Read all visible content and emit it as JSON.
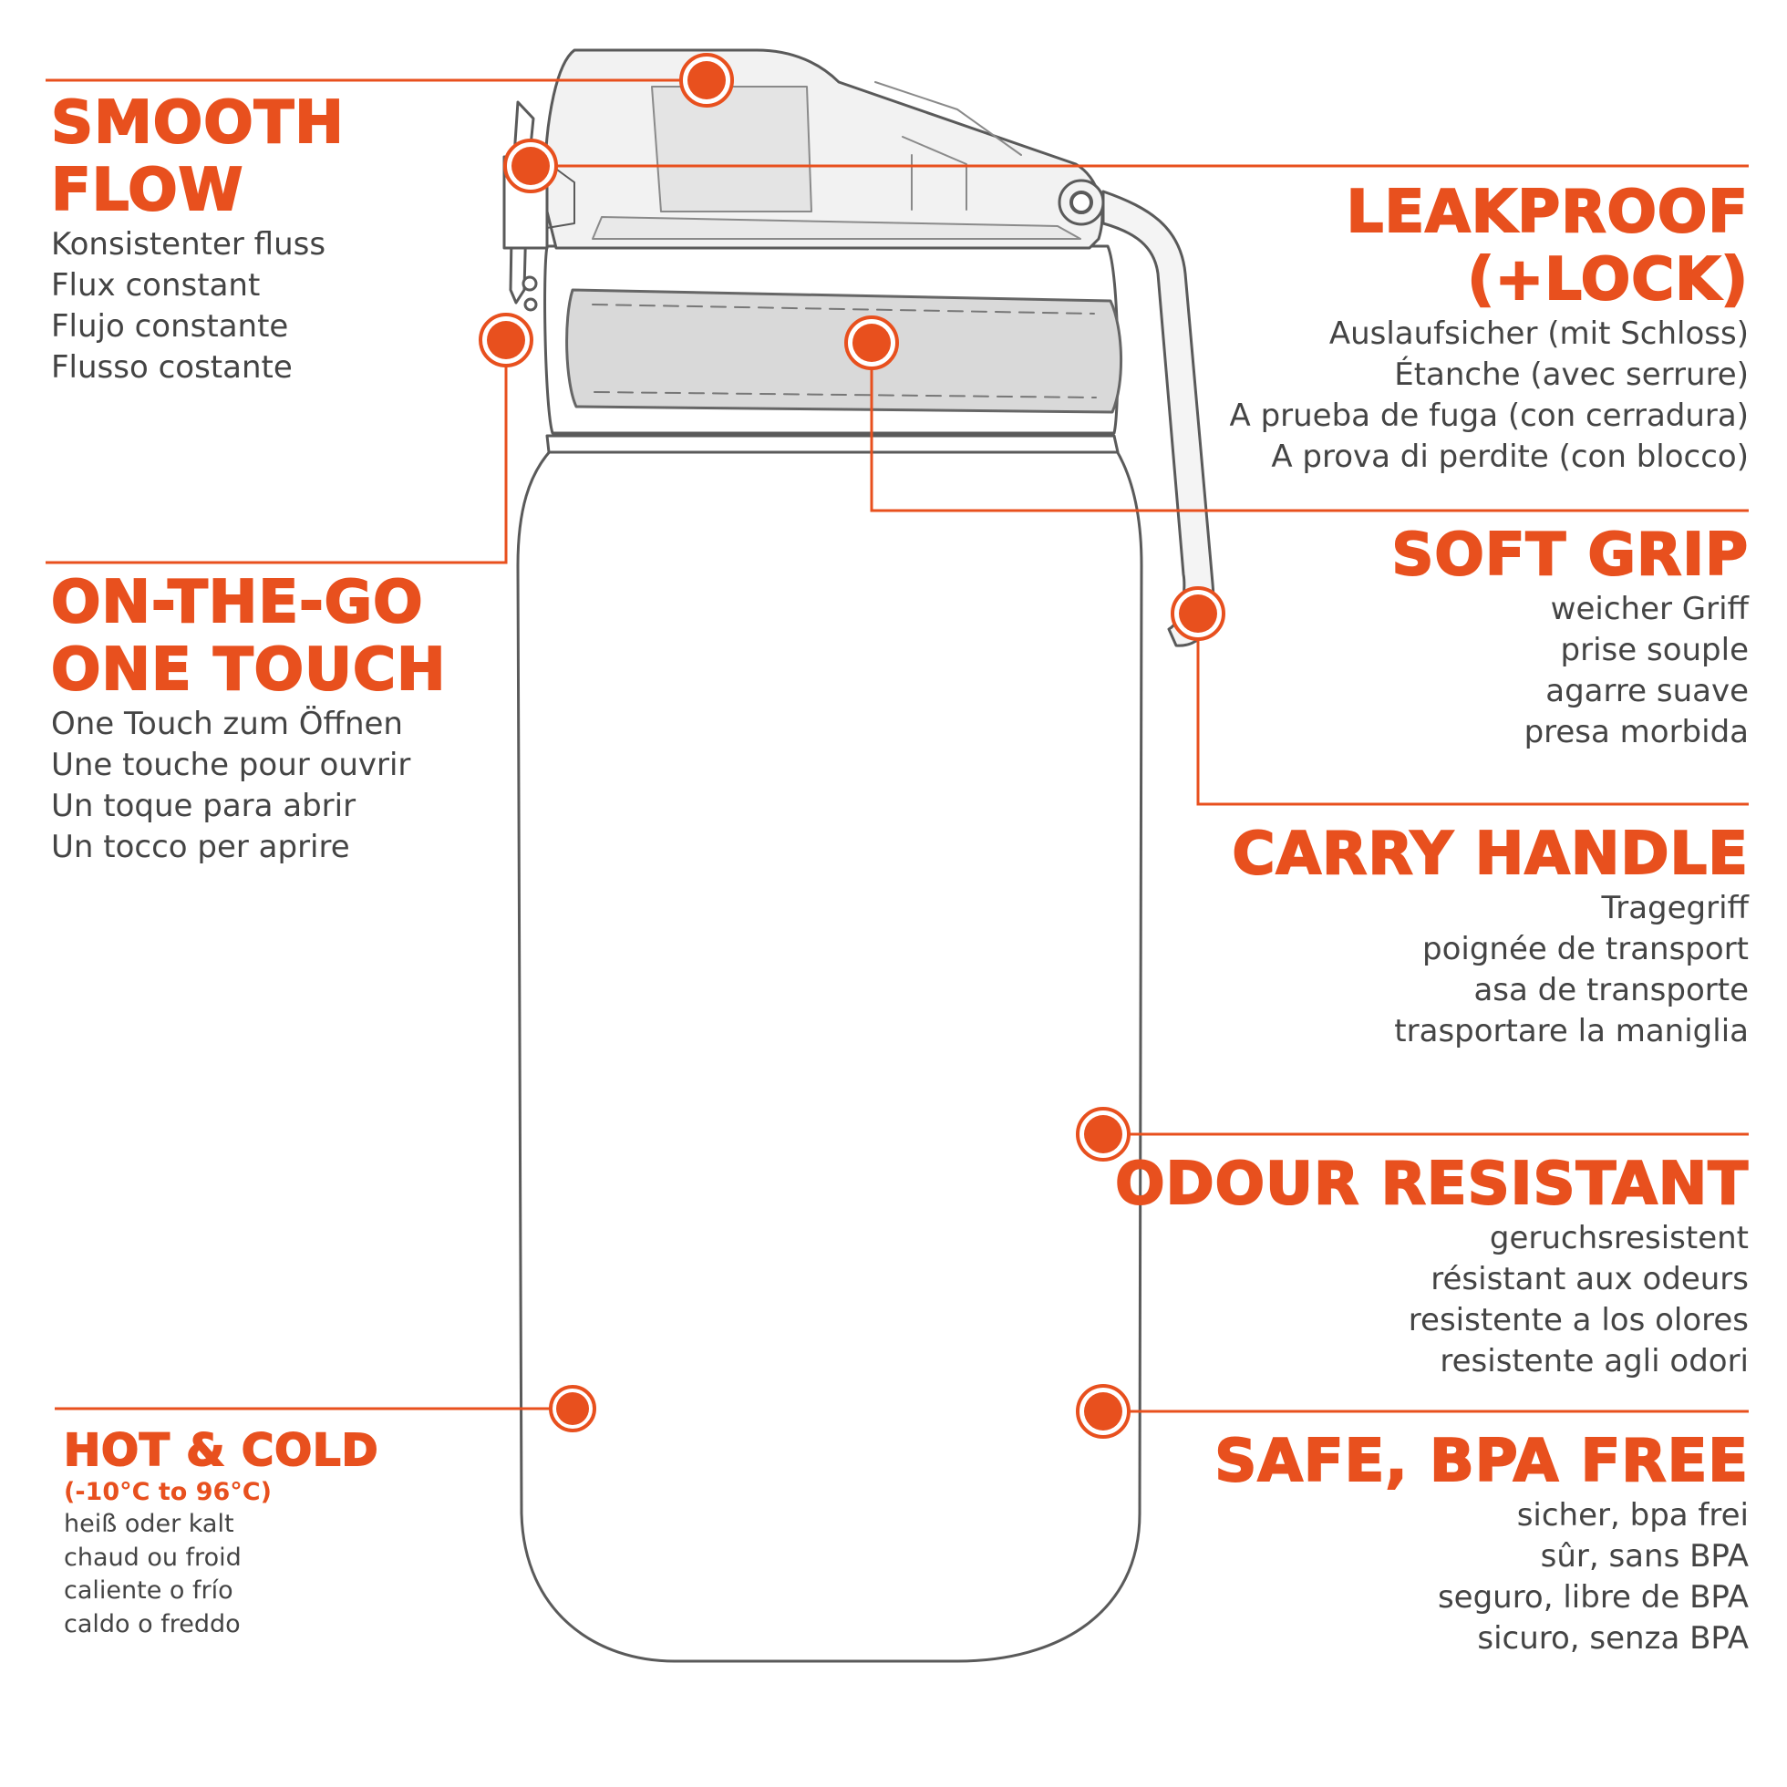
{
  "colors": {
    "accent": "#e8501e",
    "text": "#444444",
    "outline": "#5a5a5a",
    "grip": "#d9d9d9",
    "lid": "#ededed"
  },
  "features": [
    {
      "id": "smooth-flow",
      "title_lines": [
        "SMOOTH",
        "FLOW"
      ],
      "lines": [
        "Konsistenter fluss",
        "Flux constant",
        "Flujo constante",
        "Flusso costante"
      ]
    },
    {
      "id": "leakproof",
      "title_lines": [
        "LEAKPROOF",
        "(+LOCK)"
      ],
      "lines": [
        "Auslaufsicher (mit Schloss)",
        "Étanche (avec serrure)",
        "A prueba de fuga (con cerradura)",
        "A prova di perdite (con blocco)"
      ]
    },
    {
      "id": "soft-grip",
      "title_lines": [
        "SOFT GRIP"
      ],
      "lines": [
        "weicher Griff",
        "prise souple",
        "agarre suave",
        "presa morbida"
      ]
    },
    {
      "id": "on-the-go",
      "title_lines": [
        "ON-THE-GO",
        "ONE TOUCH"
      ],
      "lines": [
        "One Touch zum Öffnen",
        "Une touche pour ouvrir",
        "Un toque para abrir",
        "Un tocco per aprire"
      ]
    },
    {
      "id": "carry-handle",
      "title_lines": [
        "CARRY HANDLE"
      ],
      "lines": [
        "Tragegriff",
        "poignée de transport",
        "asa de transporte",
        "trasportare la maniglia"
      ]
    },
    {
      "id": "odour-resistant",
      "title_lines": [
        "ODOUR RESISTANT"
      ],
      "lines": [
        "geruchsresistent",
        "résistant aux odeurs",
        "resistente a los olores",
        "resistente agli odori"
      ]
    },
    {
      "id": "hot-cold",
      "title_lines": [
        "HOT & COLD"
      ],
      "subtitle": "(-10°C to 96°C)",
      "lines": [
        "heiß oder kalt",
        "chaud ou froid",
        "caliente o frío",
        "caldo o freddo"
      ]
    },
    {
      "id": "safe-bpa-free",
      "title_lines": [
        "SAFE, BPA FREE"
      ],
      "lines": [
        "sicher, bpa frei",
        "sûr, sans BPA",
        "seguro, libre de BPA",
        "sicuro, senza BPA"
      ]
    }
  ]
}
